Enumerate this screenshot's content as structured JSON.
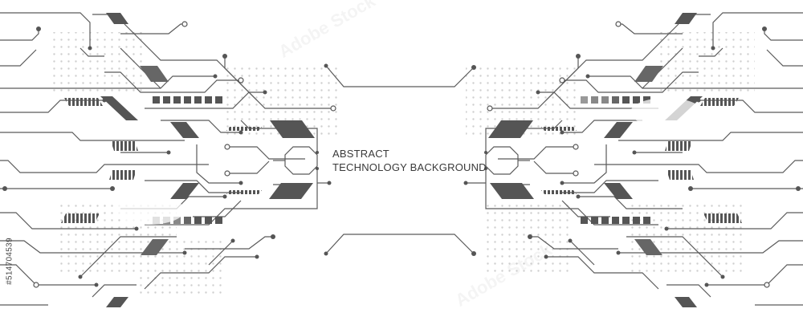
{
  "headline": {
    "line1": "ABSTRACT",
    "line2": "TECHNOLOGY BACKGROUND"
  },
  "stock_id": "#514704539",
  "watermark": "Adobe Stock",
  "colors": {
    "background": "#ffffff",
    "line": "#555555",
    "dark_shape": "#5a5a5a",
    "light_shape": "#9a9a9a",
    "dot": "#c8c8c8"
  }
}
